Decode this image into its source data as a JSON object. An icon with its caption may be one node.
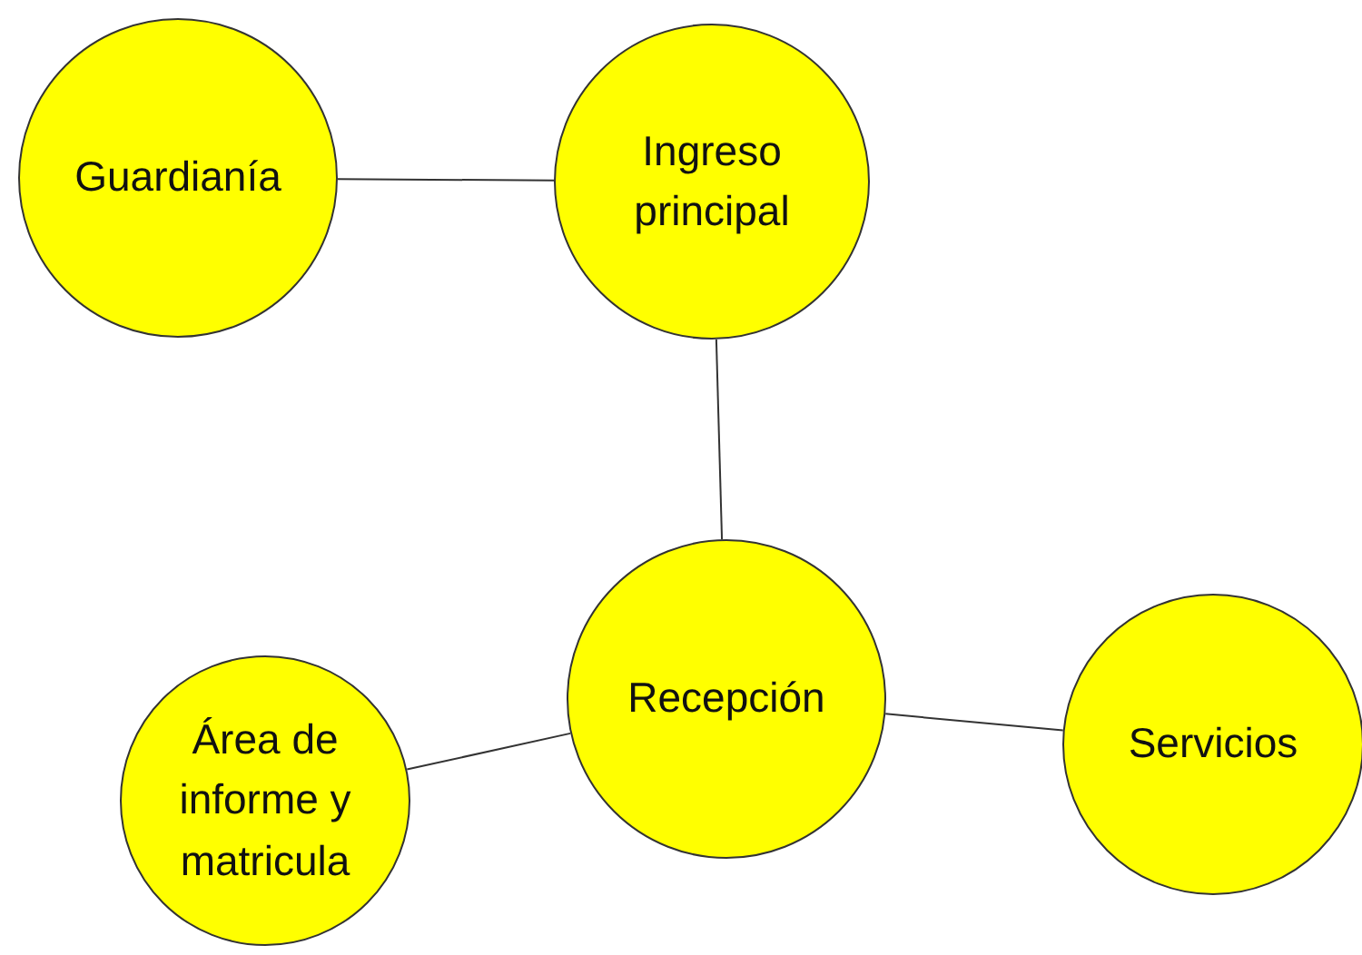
{
  "diagram": {
    "nodes": [
      {
        "text": [
          "Guardianía"
        ]
      },
      {
        "text": [
          "Ingreso principal"
        ]
      },
      {
        "text": [
          "Recepción"
        ]
      },
      {
        "text": [
          "Área de informe y matricula"
        ]
      },
      {
        "text": [
          "Servicios"
        ]
      }
    ],
    "edges": [
      {
        "from": 0,
        "to": 1,
        "arrow": "none"
      },
      {
        "from": 1,
        "to": 2,
        "arrow": "none"
      },
      {
        "from": 2,
        "to": 3,
        "arrow": "none"
      },
      {
        "from": 2,
        "to": 4,
        "arrow": "none"
      }
    ]
  }
}
